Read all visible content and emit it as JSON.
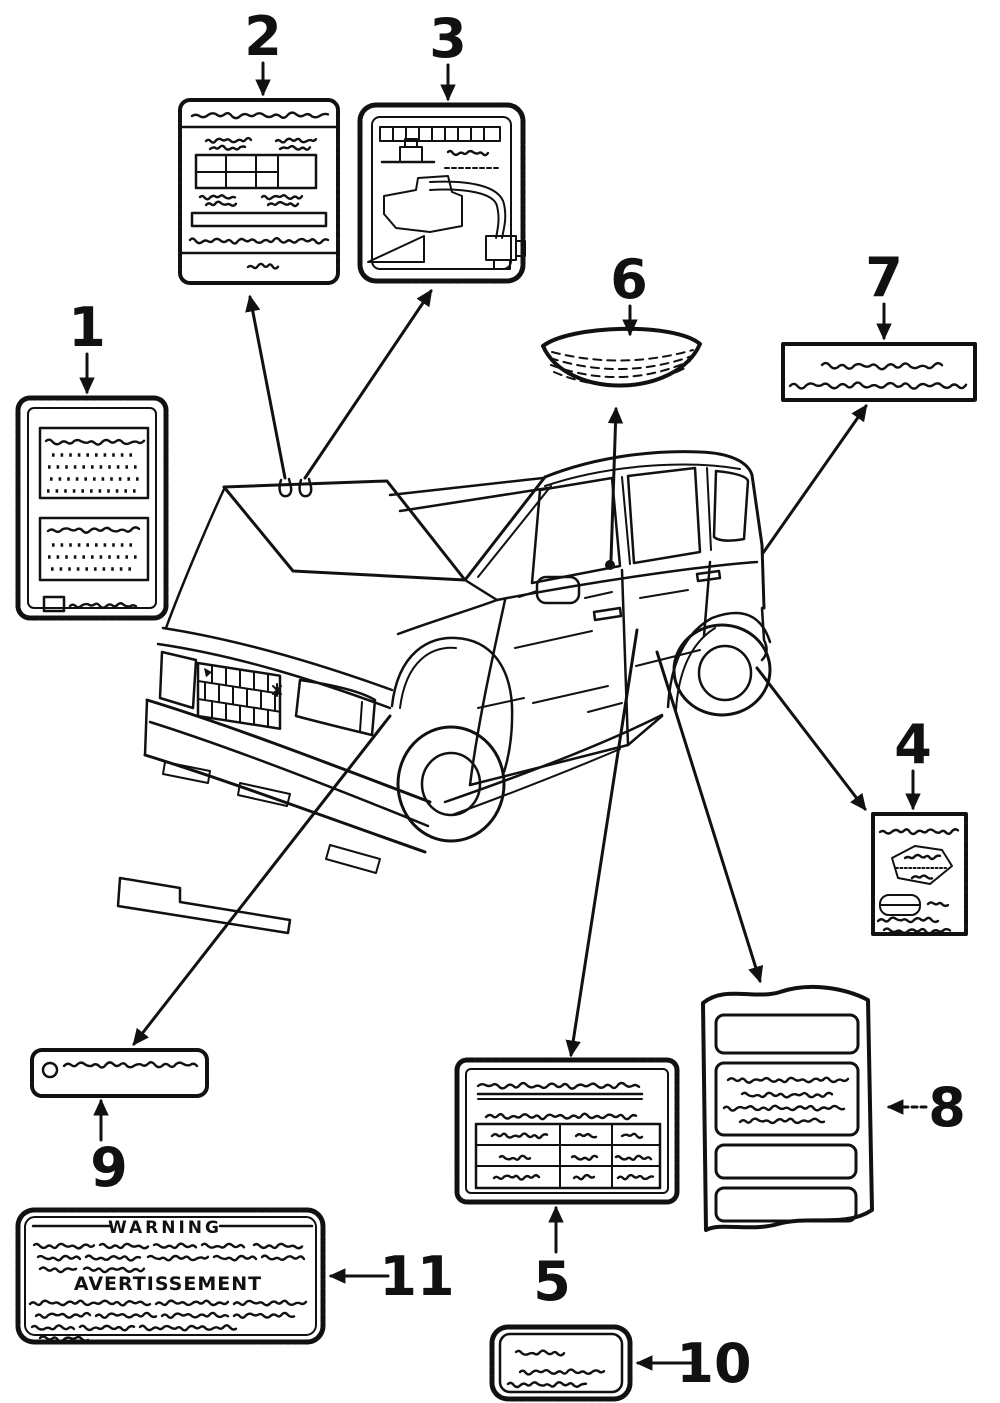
{
  "figure": {
    "callouts": [
      {
        "number": "1"
      },
      {
        "number": "2"
      },
      {
        "number": "3"
      },
      {
        "number": "4"
      },
      {
        "number": "5"
      },
      {
        "number": "6"
      },
      {
        "number": "7"
      },
      {
        "number": "8"
      },
      {
        "number": "9"
      },
      {
        "number": "10"
      },
      {
        "number": "11"
      }
    ],
    "warning_label": {
      "heading_primary": "WARNING",
      "heading_secondary": "AVERTISSEMENT"
    },
    "colors": {
      "ink": "#111111",
      "paper": "#ffffff"
    }
  }
}
